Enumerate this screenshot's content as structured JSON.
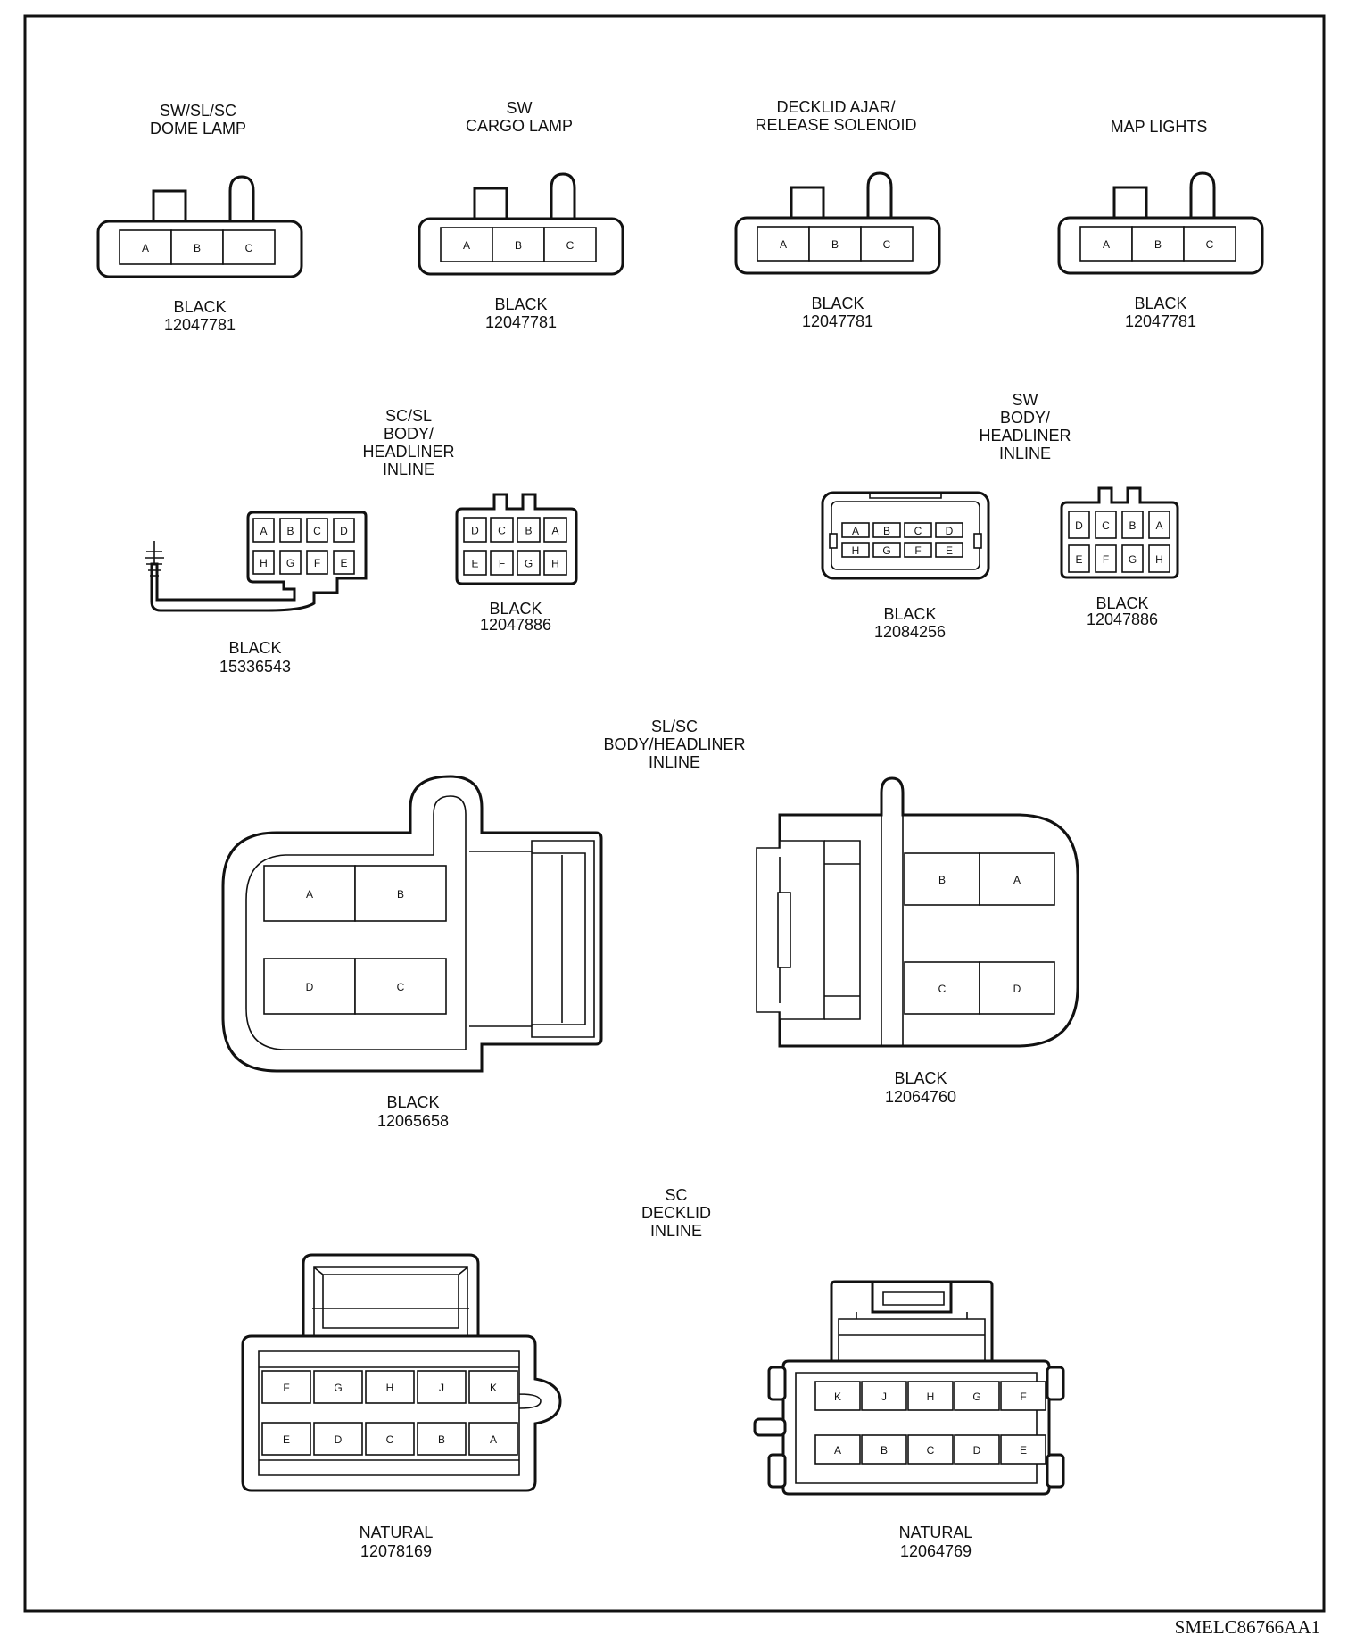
{
  "figure_code": "SMELC86766AA1",
  "row1": [
    {
      "title": [
        "SW/SL/SC",
        "DOME LAMP"
      ],
      "color": "BLACK",
      "part": "12047781",
      "pins": [
        "A",
        "B",
        "C"
      ]
    },
    {
      "title": [
        "SW",
        "CARGO LAMP"
      ],
      "color": "BLACK",
      "part": "12047781",
      "pins": [
        "A",
        "B",
        "C"
      ]
    },
    {
      "title": [
        "DECKLID AJAR/",
        "RELEASE SOLENOID"
      ],
      "color": "BLACK",
      "part": "12047781",
      "pins": [
        "A",
        "B",
        "C"
      ]
    },
    {
      "title": [
        "MAP LIGHTS"
      ],
      "color": "BLACK",
      "part": "12047781",
      "pins": [
        "A",
        "B",
        "C"
      ]
    }
  ],
  "row2_left": {
    "title": [
      "SC/SL",
      "BODY/",
      "HEADLINER",
      "INLINE"
    ],
    "a": {
      "color": "BLACK",
      "part": "15336543",
      "top": [
        "A",
        "B",
        "C",
        "D"
      ],
      "bottom": [
        "H",
        "G",
        "F",
        "E"
      ]
    },
    "b": {
      "color": "BLACK",
      "part": "12047886",
      "top": [
        "D",
        "C",
        "B",
        "A"
      ],
      "bottom": [
        "E",
        "F",
        "G",
        "H"
      ]
    }
  },
  "row2_right": {
    "title": [
      "SW",
      "BODY/",
      "HEADLINER",
      "INLINE"
    ],
    "a": {
      "color": "BLACK",
      "part": "12084256",
      "top": [
        "A",
        "B",
        "C",
        "D"
      ],
      "bottom": [
        "H",
        "G",
        "F",
        "E"
      ]
    },
    "b": {
      "color": "BLACK",
      "part": "12047886",
      "top": [
        "D",
        "C",
        "B",
        "A"
      ],
      "bottom": [
        "E",
        "F",
        "G",
        "H"
      ]
    }
  },
  "row3": {
    "title": [
      "SL/SC",
      "BODY/HEADLINER",
      "INLINE"
    ],
    "a": {
      "color": "BLACK",
      "part": "12065658",
      "top": [
        "A",
        "B"
      ],
      "bottom": [
        "D",
        "C"
      ]
    },
    "b": {
      "color": "BLACK",
      "part": "12064760",
      "top": [
        "B",
        "A"
      ],
      "bottom": [
        "C",
        "D"
      ]
    }
  },
  "row4": {
    "title": [
      "SC",
      "DECKLID",
      "INLINE"
    ],
    "a": {
      "color": "NATURAL",
      "part": "12078169",
      "top": [
        "F",
        "G",
        "H",
        "J",
        "K"
      ],
      "bottom": [
        "E",
        "D",
        "C",
        "B",
        "A"
      ]
    },
    "b": {
      "color": "NATURAL",
      "part": "12064769",
      "top": [
        "K",
        "J",
        "H",
        "G",
        "F"
      ],
      "bottom": [
        "A",
        "B",
        "C",
        "D",
        "E"
      ]
    }
  }
}
